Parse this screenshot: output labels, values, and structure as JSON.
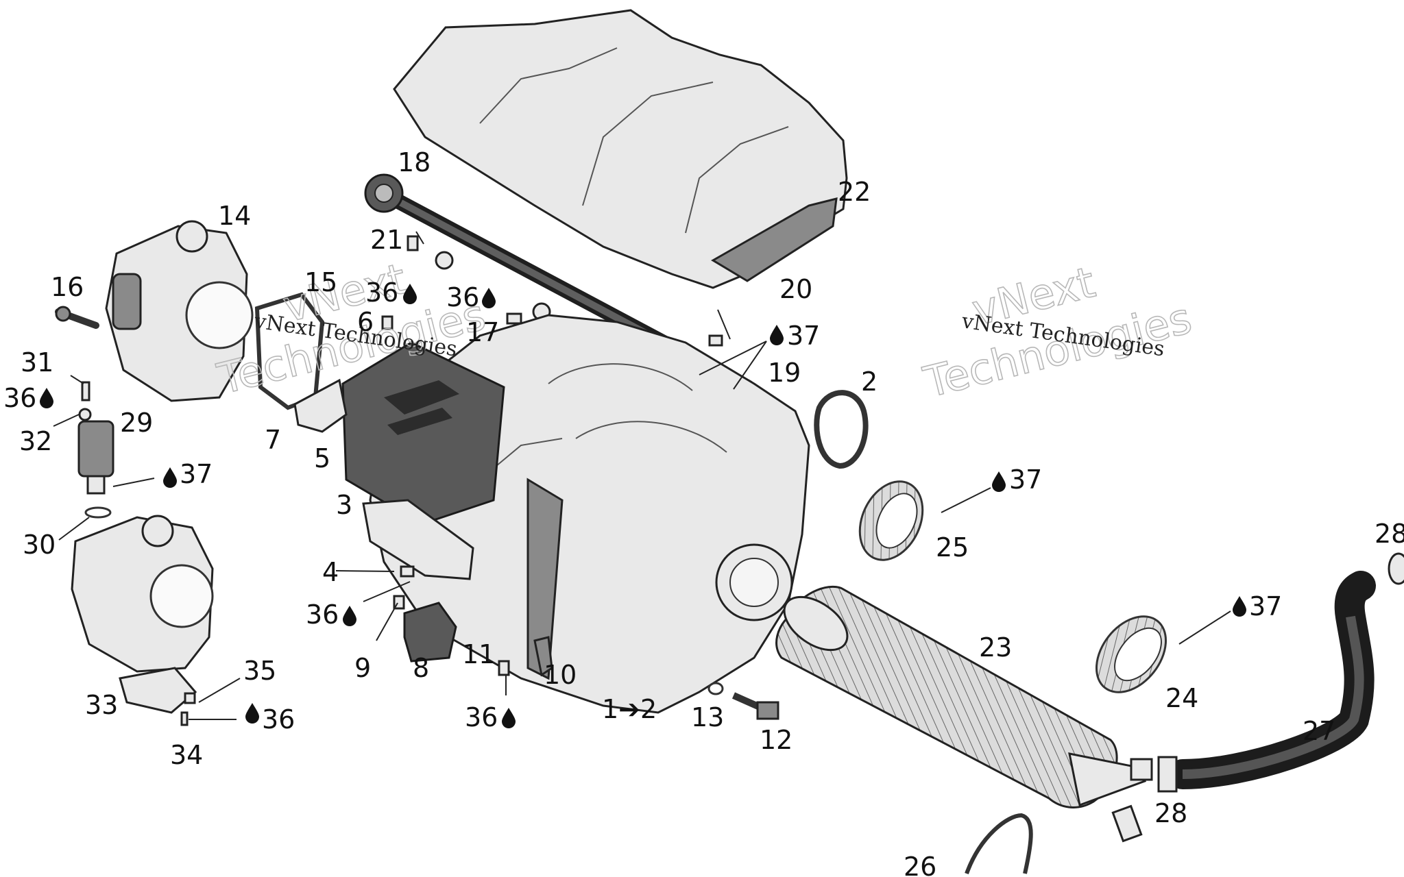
{
  "callouts": [
    {
      "id": "c18",
      "label": "18"
    },
    {
      "id": "c22",
      "label": "22"
    },
    {
      "id": "c14",
      "label": "14"
    },
    {
      "id": "c21",
      "label": "21"
    },
    {
      "id": "c16",
      "label": "16"
    },
    {
      "id": "c15",
      "label": "15"
    },
    {
      "id": "c36a",
      "label": "36"
    },
    {
      "id": "c36b",
      "label": "36"
    },
    {
      "id": "c6",
      "label": "6"
    },
    {
      "id": "c17",
      "label": "17"
    },
    {
      "id": "c20",
      "label": "20"
    },
    {
      "id": "c37a",
      "label": "37"
    },
    {
      "id": "c31",
      "label": "31"
    },
    {
      "id": "c36c",
      "label": "36"
    },
    {
      "id": "c19",
      "label": "19"
    },
    {
      "id": "c2a",
      "label": "2"
    },
    {
      "id": "c32",
      "label": "32"
    },
    {
      "id": "c29",
      "label": "29"
    },
    {
      "id": "c7",
      "label": "7"
    },
    {
      "id": "c5",
      "label": "5"
    },
    {
      "id": "c37b",
      "label": "37"
    },
    {
      "id": "c37c",
      "label": "37"
    },
    {
      "id": "c3",
      "label": "3"
    },
    {
      "id": "c30",
      "label": "30"
    },
    {
      "id": "c25",
      "label": "25"
    },
    {
      "id": "c28a",
      "label": "28"
    },
    {
      "id": "c4",
      "label": "4"
    },
    {
      "id": "c36d",
      "label": "36"
    },
    {
      "id": "c37d",
      "label": "37"
    },
    {
      "id": "c23",
      "label": "23"
    },
    {
      "id": "c9",
      "label": "9"
    },
    {
      "id": "c8",
      "label": "8"
    },
    {
      "id": "c11",
      "label": "11"
    },
    {
      "id": "c35",
      "label": "35"
    },
    {
      "id": "c10",
      "label": "10"
    },
    {
      "id": "c24",
      "label": "24"
    },
    {
      "id": "c33",
      "label": "33"
    },
    {
      "id": "c12ref",
      "label": "1➔2"
    },
    {
      "id": "c13",
      "label": "13"
    },
    {
      "id": "c36e",
      "label": "36"
    },
    {
      "id": "c36f",
      "label": "36"
    },
    {
      "id": "c27",
      "label": "27"
    },
    {
      "id": "c12",
      "label": "12"
    },
    {
      "id": "c34",
      "label": "34"
    },
    {
      "id": "c28b",
      "label": "28"
    },
    {
      "id": "c26",
      "label": "26"
    }
  ],
  "watermarks": [
    {
      "id": "wm1",
      "big": "vNext",
      "big2": "Technologies",
      "small": "vNext Technologies"
    },
    {
      "id": "wm2",
      "big": "vNext",
      "big2": "Technologies",
      "small": "vNext Technologies"
    }
  ],
  "icons": {
    "drop": "oil-drop-icon",
    "arrow": "arrow-right-icon"
  }
}
